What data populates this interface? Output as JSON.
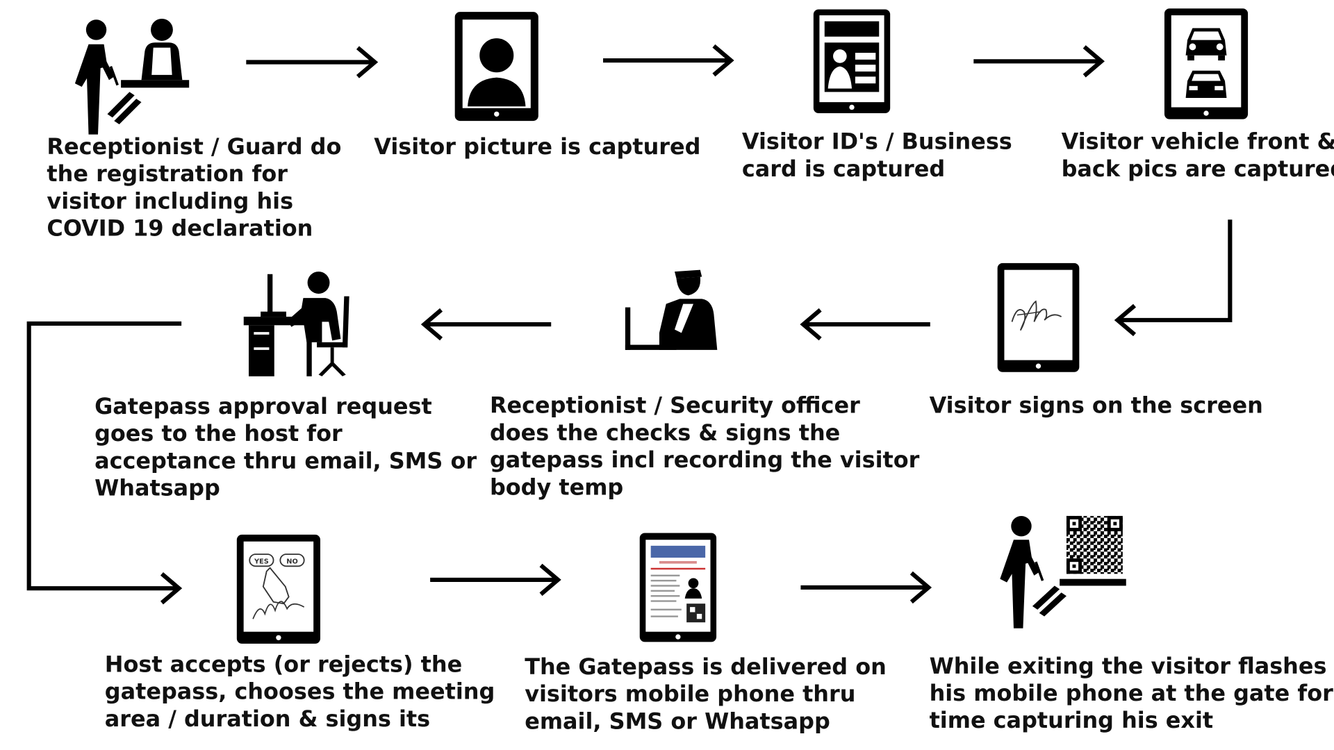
{
  "steps": [
    {
      "text": "Receptionist / Guard do\nthe registration for\nvisitor including his\nCOVID 19 declaration",
      "icon": "receptionist-desk-icon"
    },
    {
      "text": "Visitor picture is captured",
      "icon": "tablet-photo-icon"
    },
    {
      "text": "Visitor ID's / Business\ncard is captured",
      "icon": "tablet-id-card-icon"
    },
    {
      "text": "Visitor vehicle front &\nback pics are captured",
      "icon": "tablet-vehicle-icon"
    },
    {
      "text": "Visitor signs on the screen",
      "icon": "tablet-signature-icon"
    },
    {
      "text": "Receptionist / Security officer\ndoes the checks & signs the\ngatepass incl recording the visitor\nbody temp",
      "icon": "security-officer-icon"
    },
    {
      "text": "Gatepass approval request\ngoes to the host for\nacceptance thru email, SMS or\nWhatsapp",
      "icon": "host-at-desk-icon"
    },
    {
      "text": "Host accepts (or rejects) the\ngatepass, chooses the meeting\narea / duration & signs its",
      "icon": "tablet-yes-no-icon"
    },
    {
      "text": "The Gatepass is delivered on\nvisitors mobile phone thru\nemail, SMS or Whatsapp",
      "icon": "tablet-gatepass-icon"
    },
    {
      "text": "While exiting the visitor flashes\nhis mobile phone at the gate for\ntime capturing his exit",
      "icon": "qr-scan-exit-icon"
    }
  ],
  "icon_texts": {
    "yes": "YES",
    "no": "NO"
  }
}
